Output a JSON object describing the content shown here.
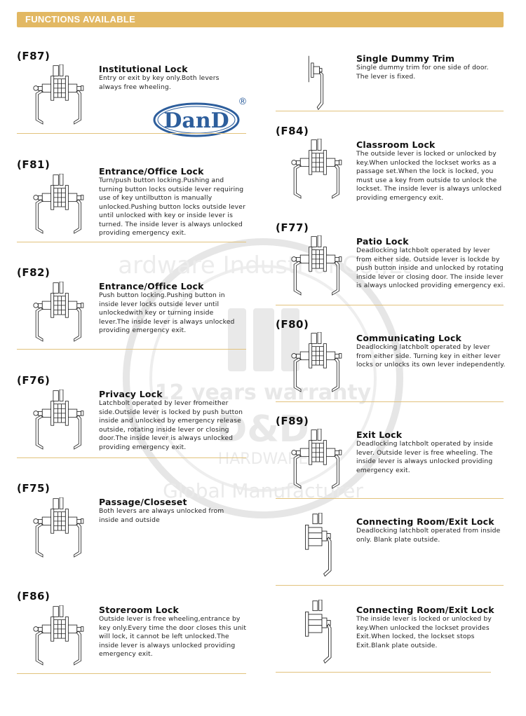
{
  "header": {
    "title": "FUNCTIONS AVAILABLE",
    "color": "#e2b863"
  },
  "logo": {
    "text": "DanD",
    "registered": "®",
    "color": "#2d5e9c"
  },
  "watermark": {
    "line1": "Hardware Industrial Co.,Ltd",
    "line2": "12 years warranty",
    "line3": "D&D",
    "line4": "HARDWARE",
    "line5": "Global Manufacturer"
  },
  "functions": {
    "f87": {
      "code": "(F87)",
      "title": "Institutional Lock",
      "desc": "Entry or exit by key only.Both levers always free wheeling.",
      "icon": "double-lever-lock-icon"
    },
    "f81": {
      "code": "(F81)",
      "title": "Entrance/Office Lock",
      "desc": "Turn/push button locking.Pushing and turning button locks outside lever requiring use of key untilbutton is manually unlocked.Pushing button locks outside lever until unlocked with key or inside lever is turned. The inside lever is always unlocked providing emergency exit.",
      "icon": "double-lever-lock-icon"
    },
    "f82": {
      "code": "(F82)",
      "title": "Entrance/Office Lock",
      "desc": "Push button locking.Pushing button in inside lever locks outside lever until unlockedwith key or turning inside lever.The inside lever is always unlocked providing emergency exit.",
      "icon": "double-lever-lock-icon"
    },
    "f76": {
      "code": "(F76)",
      "title": "Privacy Lock",
      "desc": "Latchbolt operated by lever fromeither side.Outside lever is locked by push button inside and unlocked by emergency release outside, rotating inside lever or closing door.The inside lever is always unlocked providing emergency exit.",
      "icon": "double-lever-lock-icon"
    },
    "f75": {
      "code": "(F75)",
      "title": "Passage/Closeset",
      "desc": "Both levers are always unlocked from inside and outside",
      "icon": "double-lever-lock-icon"
    },
    "f86": {
      "code": "(F86)",
      "title": "Storeroom Lock",
      "desc": "Outside lever is free wheeling,entrance by key only.Every time the door closes this unit will lock, it cannot be left unlocked.The inside lever is always unlocked providing emergency exit.",
      "icon": "double-lever-lock-icon"
    },
    "dummy": {
      "title": "Single Dummy Trim",
      "desc": "Single dummy trim for one side of door. The lever is fixed.",
      "icon": "single-dummy-lever-icon"
    },
    "f84": {
      "code": "(F84)",
      "title": "Classroom Lock",
      "desc": "The outside lever is locked or unlocked by key.When unlocked the lockset works as a passage set.When the lock is locked, you must use a key from outside to unlock the lockset. The inside lever is always unlocked providing emergency exit.",
      "icon": "double-lever-lock-icon"
    },
    "f77": {
      "code": "(F77)",
      "title": "Patio Lock",
      "desc": "Deadlocking latchbolt operated by lever from either side. Outside lever is lockde by push button inside and unlocked by rotating inside lever or closing door. The inside lever is always unlocked providing emergency exi.",
      "icon": "double-lever-lock-icon"
    },
    "f80": {
      "code": "(F80)",
      "title": "Communicating Lock",
      "desc": "Deadlocking latchbolt operated by lever from either side. Turning key in either lever locks or unlocks its own lever independently.",
      "icon": "double-lever-lock-icon"
    },
    "f89": {
      "code": "(F89)",
      "title": "Exit Lock",
      "desc": "Deadlocking latchbolt operated by inside lever. Outside lever is free wheeling. The inside lever is always unlocked providing emergency exit.",
      "icon": "double-lever-lock-icon"
    },
    "connecting1": {
      "title": "Connecting Room/Exit Lock",
      "desc": "Deadlocking latchbolt operated from inside only. Blank plate outside.",
      "icon": "single-lever-blank-plate-icon"
    },
    "connecting2": {
      "title": "Connecting Room/Exit Lock",
      "desc": "The inside lever is locked or unlocked by key.When unlocked the lockset provides Exit.When locked, the lockset stops Exit.Blank plate outside.",
      "icon": "single-lever-blank-plate-icon"
    }
  }
}
